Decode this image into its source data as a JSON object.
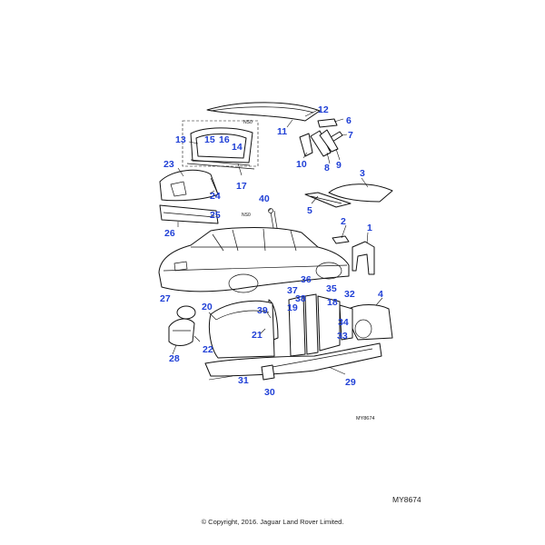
{
  "diagram": {
    "part_numbers": [
      "1",
      "2",
      "3",
      "4",
      "5",
      "6",
      "7",
      "8",
      "9",
      "10",
      "11",
      "12",
      "13",
      "14",
      "15",
      "16",
      "17",
      "18",
      "19",
      "20",
      "21",
      "22",
      "23",
      "24",
      "25",
      "26",
      "27",
      "28",
      "29",
      "30",
      "31",
      "32",
      "33",
      "34",
      "35",
      "36",
      "37",
      "38",
      "39",
      "40"
    ],
    "small_code_1": "MY8674",
    "callout_code": "NS0"
  },
  "footer": {
    "reference": "MY8674",
    "copyright": "© Copyright, 2016. Jaguar Land Rover Limited."
  },
  "colors": {
    "label": "#1f3fd6",
    "line": "#111111",
    "background": "#ffffff"
  }
}
